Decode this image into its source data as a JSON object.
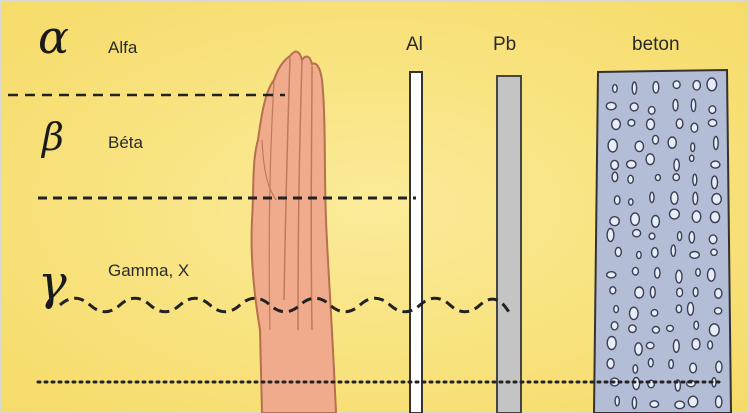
{
  "radiations": [
    {
      "symbol": "α",
      "name": "Alfa"
    },
    {
      "symbol": "β",
      "name": "Béta"
    },
    {
      "symbol": "γ",
      "name": "Gamma, X"
    }
  ],
  "materials": [
    {
      "name": "Al"
    },
    {
      "name": "Pb"
    },
    {
      "name": "beton"
    }
  ],
  "colors": {
    "background": "#f8e27a",
    "hand": "#f0ab8c",
    "hand_outline": "#b5704f",
    "aluminium": "#ffffff",
    "lead": "#c4c4c4",
    "concrete": "#b3bdd6",
    "ray": "#222222"
  },
  "icons": [
    "hand-icon",
    "concrete-block-icon"
  ]
}
